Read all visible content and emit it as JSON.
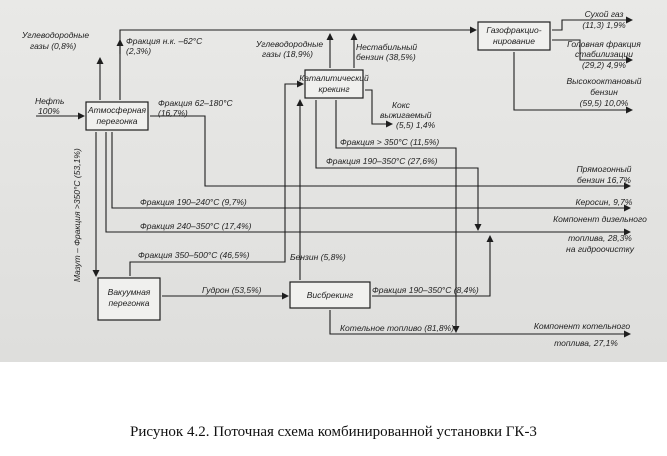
{
  "boxes": {
    "atm": [
      "Атмосферная",
      "перегонка"
    ],
    "vac": [
      "Вакуумная",
      "перегонка"
    ],
    "cat": [
      "Каталитический",
      "крекинг"
    ],
    "vis": [
      "Висбрекинг"
    ],
    "gas": [
      "Газофракцио-",
      "нирование"
    ]
  },
  "labels": {
    "neft": [
      "Нефть",
      "100%"
    ],
    "uv_gas_left": [
      "Углеводородные",
      "газы (0,8%)"
    ],
    "frac_nk": [
      "Фракция н.к. –62°С",
      "(2,3%)"
    ],
    "frac_62": [
      "Фракция 62–180°С",
      "(16,7%)"
    ],
    "uv_gas_mid": [
      "Углеводородные",
      "газы (18,9%)"
    ],
    "unstable": [
      "Нестабильный",
      "бензин (38,5%)"
    ],
    "coke": [
      "Кокс",
      "выжигаемый",
      "(5,5) 1,4%"
    ],
    "frac350_115": "Фракция > 350°С (11,5%)",
    "frac190_276": "Фракция 190–350°С (27,6%)",
    "frac190_97": "Фракция 190–240°С (9,7%)",
    "frac240": "Фракция 240–350°С (17,4%)",
    "frac350_500": "Фракция 350–500°С (46,5%)",
    "benzin58": "Бензин (5,8%)",
    "gudron": "Гудрон (53,5%)",
    "frac190_84": "Фракция 190–350°С (8,4%)",
    "kotel": "Котельное топливо (81,8%)",
    "mazut": "Мазут – Фракция >350°С (53,1%)",
    "dry_gas": [
      "Сухой газ",
      "(11,3) 1,9%"
    ],
    "head_frac": [
      "Головная фракция",
      "стабилизации",
      "(29,2) 4,9%"
    ],
    "high_oct": [
      "Высокооктановый",
      "бензин",
      "(59,5) 10,0%"
    ],
    "straight": [
      "Прямогонный",
      "бензин 16,7%"
    ],
    "kerosin": "Керосин, 9,7%",
    "diesel": [
      "Компонент дизельного",
      "топлива, 28,3%",
      "на гидроочистку"
    ],
    "boiler_out": [
      "Компонент котельного",
      "топлива, 27,1%"
    ]
  },
  "caption": "Рисунок 4.2. Поточная схема комбинированной установки ГК-3"
}
